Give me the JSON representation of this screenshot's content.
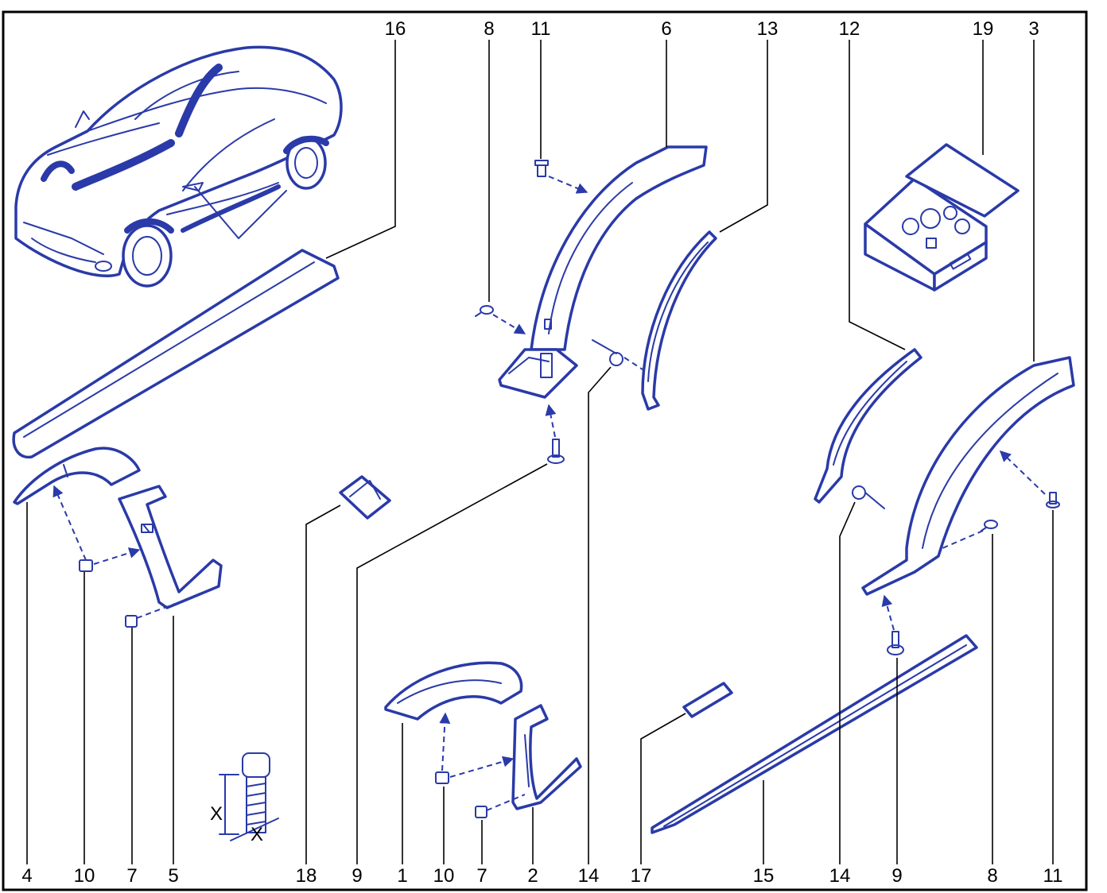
{
  "callouts_top": [
    "16",
    "8",
    "11",
    "6",
    "13",
    "12",
    "19",
    "3"
  ],
  "callouts_bottom": [
    "4",
    "10",
    "7",
    "5",
    "18",
    "9",
    "1",
    "10",
    "7",
    "2",
    "14",
    "17",
    "15",
    "14",
    "9",
    "8",
    "11"
  ],
  "dimension_label": "X",
  "colors": {
    "line_art": "#2a3aa8",
    "text": "#000000",
    "background": "#ffffff"
  }
}
